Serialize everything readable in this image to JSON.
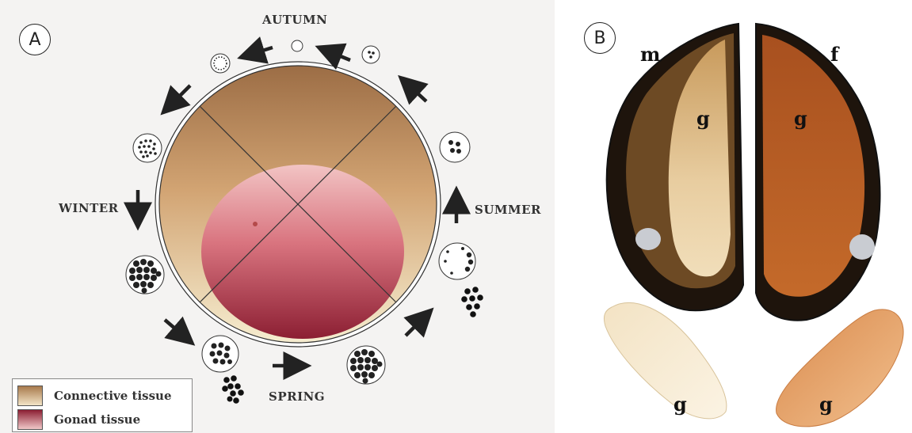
{
  "panel_a": {
    "label": "A",
    "seasons": {
      "autumn": "AUTUMN",
      "winter": "WINTER",
      "spring": "SPRING",
      "summer": "SUMMER"
    },
    "legend": [
      {
        "label": "Connective tissue",
        "color": "#d8ad7a"
      },
      {
        "label": "Gonad tissue",
        "color": "#b22b46"
      }
    ]
  },
  "panel_b": {
    "label": "B",
    "labels": {
      "male": "m",
      "female": "f",
      "gonad_male_shell": "g",
      "gonad_female_shell": "g",
      "gonad_male_removed": "g",
      "gonad_female_removed": "g"
    }
  }
}
